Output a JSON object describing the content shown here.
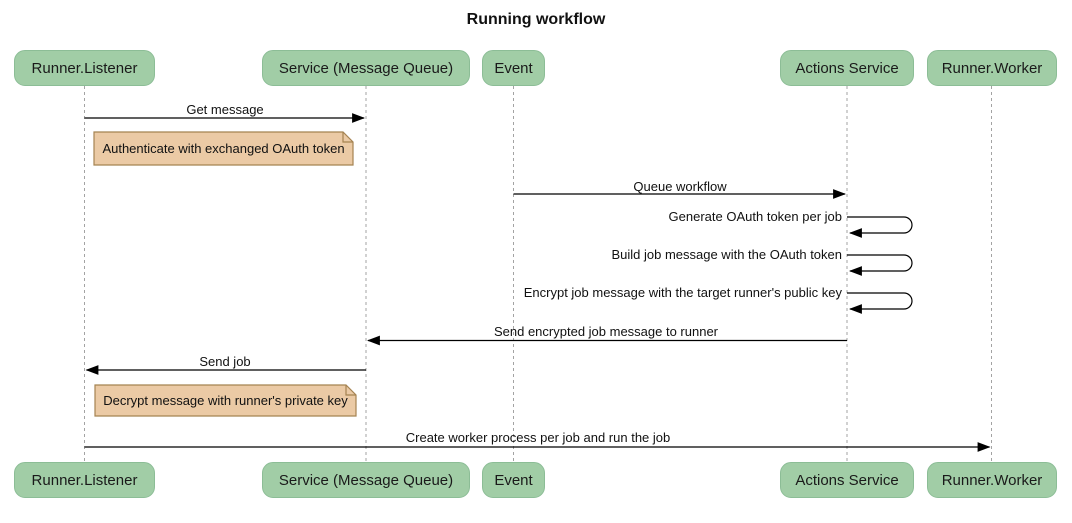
{
  "title": "Running workflow",
  "diagram_type": "sequence",
  "colors": {
    "actor_fill": "#A1CDA6",
    "actor_border": "#8CBD96",
    "note_fill": "#EBCAA5",
    "note_border": "#A58352",
    "lifeline": "#A3A3A3",
    "arrow": "#000000",
    "text": "#111111",
    "background": "#FFFFFF"
  },
  "actors": [
    {
      "name": "Runner.Listener"
    },
    {
      "name": "Service (Message Queue)"
    },
    {
      "name": "Event"
    },
    {
      "name": "Actions Service"
    },
    {
      "name": "Runner.Worker"
    }
  ],
  "messages": [
    {
      "from": "Runner.Listener",
      "to": "Service (Message Queue)",
      "text": "Get message",
      "type": "solid-arrow"
    },
    {
      "from": "Event",
      "to": "Actions Service",
      "text": "Queue workflow",
      "type": "solid-arrow"
    },
    {
      "from": "Actions Service",
      "to": "Actions Service",
      "text": "Generate OAuth token per job",
      "type": "self-loop"
    },
    {
      "from": "Actions Service",
      "to": "Actions Service",
      "text": "Build job message with the OAuth token",
      "type": "self-loop"
    },
    {
      "from": "Actions Service",
      "to": "Actions Service",
      "text": "Encrypt job message with the target runner's public key",
      "type": "self-loop"
    },
    {
      "from": "Actions Service",
      "to": "Service (Message Queue)",
      "text": "Send encrypted job message to runner",
      "type": "solid-arrow"
    },
    {
      "from": "Service (Message Queue)",
      "to": "Runner.Listener",
      "text": "Send job",
      "type": "solid-arrow"
    },
    {
      "from": "Runner.Listener",
      "to": "Runner.Worker",
      "text": "Create worker process per job and run the job",
      "type": "solid-arrow"
    }
  ],
  "notes": [
    {
      "position": "right of Runner.Listener",
      "text": "Authenticate with exchanged OAuth token"
    },
    {
      "position": "right of Runner.Listener",
      "text": "Decrypt message with runner's private key"
    }
  ]
}
